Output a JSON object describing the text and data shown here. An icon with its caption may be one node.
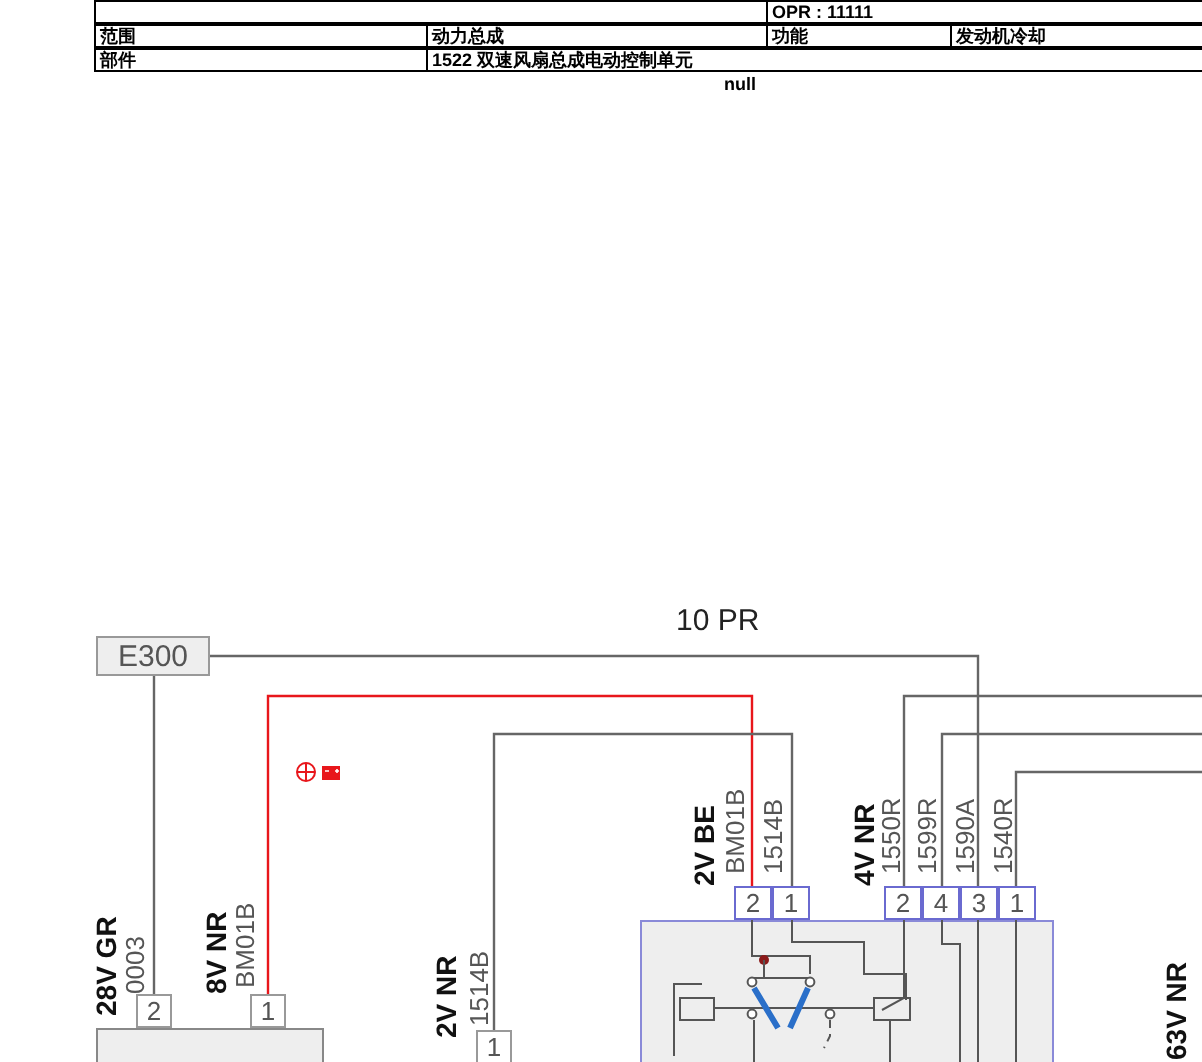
{
  "diagram": {
    "nodes": [
      {
        "text": [
          "E300"
        ]
      },
      {
        "text": [],
        "shape": "box"
      },
      {
        "text": [
          "2"
        ]
      },
      {
        "text": [
          "1"
        ]
      },
      {
        "text": [
          "1"
        ]
      },
      {
        "text": [],
        "shape": "box"
      },
      {
        "text": [
          "2"
        ]
      },
      {
        "text": [
          "1"
        ]
      },
      {
        "text": [
          "2"
        ]
      },
      {
        "text": [
          "4"
        ]
      },
      {
        "text": [
          "3"
        ]
      },
      {
        "text": [
          "1"
        ]
      }
    ],
    "edges": [
      {
        "from": 0,
        "to": 10,
        "arrow": "none",
        "label": "10 PR"
      },
      {
        "from": 0,
        "to": 2,
        "arrow": "none"
      },
      {
        "from": 3,
        "to": 6,
        "arrow": "none",
        "color": "#e8161b"
      },
      {
        "from": 4,
        "to": 7,
        "arrow": "none"
      },
      {
        "from": 8,
        "to": null,
        "arrow": "none"
      },
      {
        "from": 9,
        "to": null,
        "arrow": "none"
      },
      {
        "from": 11,
        "to": null,
        "arrow": "none"
      }
    ],
    "labels": [
      "OPR : 11111",
      "范围",
      "动力总成",
      "功能",
      "发动机冷却",
      "部件",
      "1522 双速风扇总成电动控制单元",
      "null",
      "28V GR",
      "0003",
      "8V NR",
      "BM01B",
      "2V NR",
      "1514B",
      "2V BE",
      "BM01B",
      "1514B",
      "4V NR",
      "1550R",
      "1599R",
      "1590A",
      "1540R",
      "63V NR"
    ]
  }
}
